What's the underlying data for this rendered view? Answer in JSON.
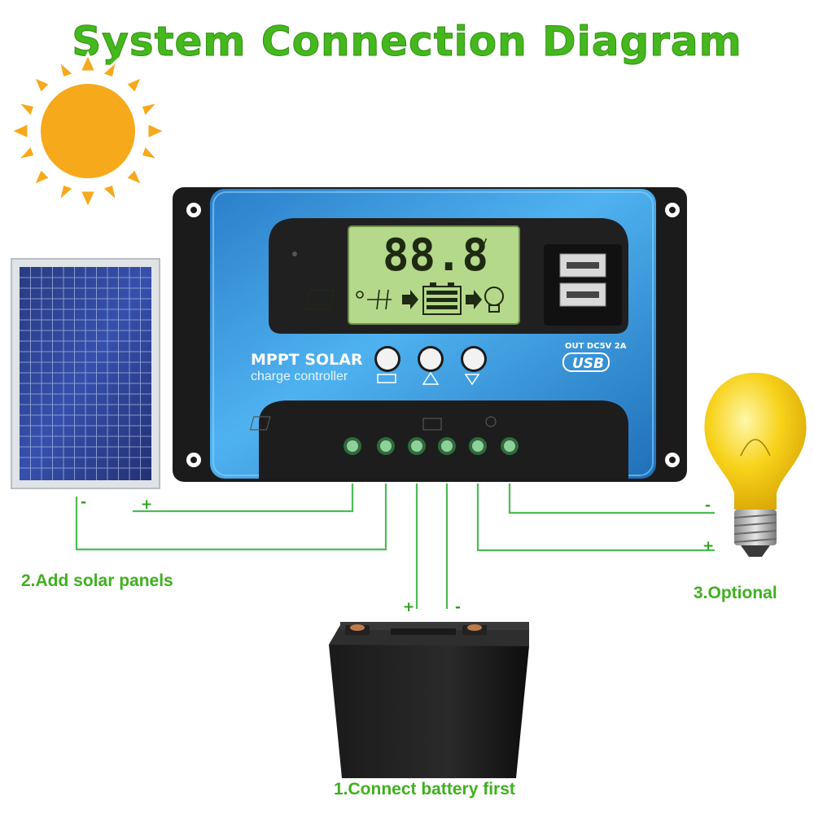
{
  "title": "System Connection Diagram",
  "steps": {
    "battery": "1.Connect battery first",
    "solar": "2.Add solar panels",
    "load": "3.Optional"
  },
  "controller": {
    "brand_line1": "MPPT SOLAR",
    "brand_line2": "charge controller",
    "lcd_digits": "88.8",
    "lcd_unit": "V",
    "usb_rating": "OUT DC5V 2A",
    "usb_label": "USB"
  },
  "polarity": {
    "solar_neg": "-",
    "solar_pos": "+",
    "battery_pos": "+",
    "battery_neg": "-",
    "load_neg": "-",
    "load_pos": "+"
  },
  "colors": {
    "title_green": "#44b81c",
    "wire_green": "#3cb043",
    "controller_blue": "#3a9fe0",
    "sun_orange": "#f7a91c",
    "lcd_green": "#b5d98a"
  }
}
